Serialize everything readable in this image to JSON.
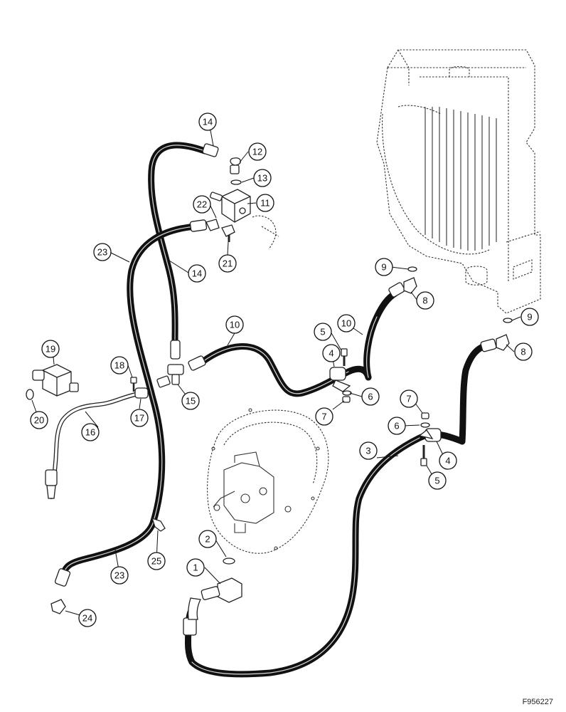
{
  "figure_code": "F956227",
  "callouts": [
    {
      "id": "c1",
      "label": "1"
    },
    {
      "id": "c2",
      "label": "2"
    },
    {
      "id": "c3",
      "label": "3"
    },
    {
      "id": "c4a",
      "label": "4"
    },
    {
      "id": "c4b",
      "label": "4"
    },
    {
      "id": "c5a",
      "label": "5"
    },
    {
      "id": "c5b",
      "label": "5"
    },
    {
      "id": "c6a",
      "label": "6"
    },
    {
      "id": "c6b",
      "label": "6"
    },
    {
      "id": "c7a",
      "label": "7"
    },
    {
      "id": "c7b",
      "label": "7"
    },
    {
      "id": "c8a",
      "label": "8"
    },
    {
      "id": "c8b",
      "label": "8"
    },
    {
      "id": "c9a",
      "label": "9"
    },
    {
      "id": "c9b",
      "label": "9"
    },
    {
      "id": "c10a",
      "label": "10"
    },
    {
      "id": "c10b",
      "label": "10"
    },
    {
      "id": "c11",
      "label": "11"
    },
    {
      "id": "c12",
      "label": "12"
    },
    {
      "id": "c13",
      "label": "13"
    },
    {
      "id": "c14a",
      "label": "14"
    },
    {
      "id": "c14b",
      "label": "14"
    },
    {
      "id": "c15",
      "label": "15"
    },
    {
      "id": "c16",
      "label": "16"
    },
    {
      "id": "c17",
      "label": "17"
    },
    {
      "id": "c18",
      "label": "18"
    },
    {
      "id": "c19",
      "label": "19"
    },
    {
      "id": "c20",
      "label": "20"
    },
    {
      "id": "c21",
      "label": "21"
    },
    {
      "id": "c22",
      "label": "22"
    },
    {
      "id": "c23a",
      "label": "23"
    },
    {
      "id": "c23b",
      "label": "23"
    },
    {
      "id": "c24",
      "label": "24"
    },
    {
      "id": "c25",
      "label": "25"
    }
  ]
}
